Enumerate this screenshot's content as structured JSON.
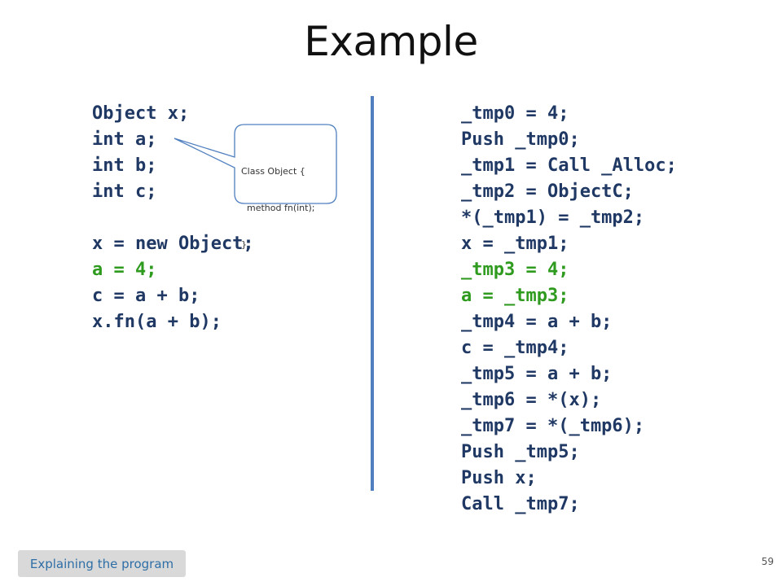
{
  "title": "Example",
  "left_code": [
    {
      "text": "Object x;",
      "color": "#1f3864"
    },
    {
      "text": "int a;",
      "color": "#1f3864"
    },
    {
      "text": "int b;",
      "color": "#1f3864"
    },
    {
      "text": "int c;",
      "color": "#1f3864"
    },
    {
      "text": "",
      "color": "#1f3864"
    },
    {
      "text": "x = new Object;",
      "color": "#1f3864"
    },
    {
      "text": "a = 4;",
      "color": "#2e9a1e"
    },
    {
      "text": "c = a + b;",
      "color": "#1f3864"
    },
    {
      "text": "x.fn(a + b);",
      "color": "#1f3864"
    }
  ],
  "right_code": [
    {
      "text": "_tmp0 = 4;",
      "color": "#1f3864"
    },
    {
      "text": "Push _tmp0;",
      "color": "#1f3864"
    },
    {
      "text": "_tmp1 = Call _Alloc;",
      "color": "#1f3864"
    },
    {
      "text": "_tmp2 = ObjectC;",
      "color": "#1f3864"
    },
    {
      "text": "*(_tmp1) = _tmp2;",
      "color": "#1f3864"
    },
    {
      "text": "x = _tmp1;",
      "color": "#1f3864"
    },
    {
      "text": "_tmp3 = 4;",
      "color": "#2e9a1e"
    },
    {
      "text": "a = _tmp3;",
      "color": "#2e9a1e"
    },
    {
      "text": "_tmp4 = a + b;",
      "color": "#1f3864"
    },
    {
      "text": "c = _tmp4;",
      "color": "#1f3864"
    },
    {
      "text": "_tmp5 = a + b;",
      "color": "#1f3864"
    },
    {
      "text": "_tmp6 = *(x);",
      "color": "#1f3864"
    },
    {
      "text": "_tmp7 = *(_tmp6);",
      "color": "#1f3864"
    },
    {
      "text": "Push _tmp5;",
      "color": "#1f3864"
    },
    {
      "text": "Push x;",
      "color": "#1f3864"
    },
    {
      "text": "Call _tmp7;",
      "color": "#1f3864"
    }
  ],
  "callout": {
    "lines": [
      "Class Object {",
      "  method fn(int);",
      "}"
    ]
  },
  "footer": {
    "label": "Explaining the program",
    "page_number": "59"
  },
  "colors": {
    "code": "#1f3864",
    "highlight": "#2e9a1e",
    "divider": "#4f7fbf",
    "footer_text": "#2e6ea6"
  }
}
